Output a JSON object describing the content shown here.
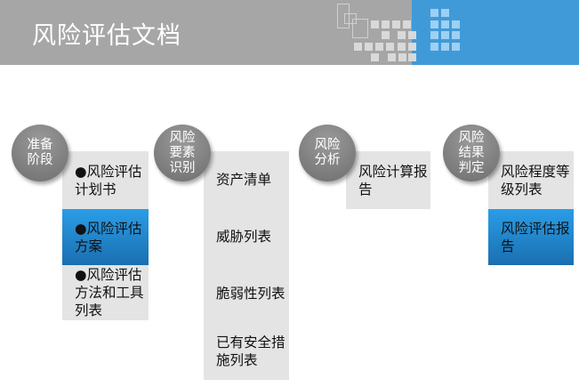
{
  "header": {
    "title": "风险评估文档"
  },
  "stages": [
    {
      "label": "准备阶段",
      "items": [
        "●风险评估计划书",
        "●风险评估方案",
        "●风险评估方法和工具列表"
      ],
      "active": 1
    },
    {
      "label": "风险要素识别",
      "items": [
        "资产清单",
        "威胁列表",
        "脆弱性列表",
        "已有安全措施列表"
      ],
      "active": -1
    },
    {
      "label": "风险分析",
      "items": [
        "风险计算报告"
      ],
      "active": -1
    },
    {
      "label": "风险结果判定",
      "items": [
        "风险程度等级列表",
        "风险评估报告"
      ],
      "active": 1
    }
  ],
  "colors": {
    "header": "#a6a6a6",
    "accent": "#419ad8",
    "active": "#2a9de6",
    "box": "#e4e4e4"
  }
}
